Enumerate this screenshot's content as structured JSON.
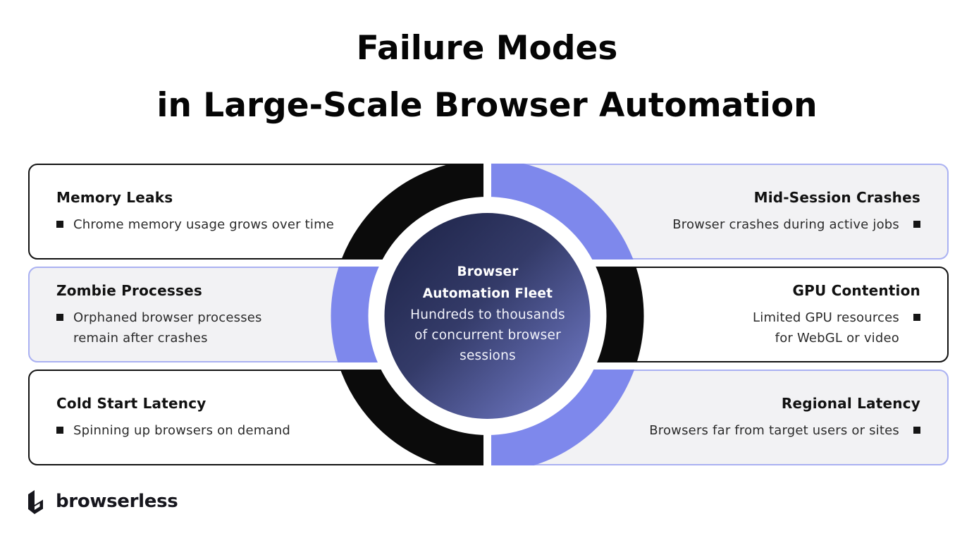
{
  "title": {
    "line1": "Failure Modes",
    "line2": "in Large-Scale Browser Automation"
  },
  "center": {
    "title_lines": [
      "Browser",
      "Automation Fleet"
    ],
    "subtitle_lines": [
      "Hundreds to thousands",
      "of concurrent browser",
      "sessions"
    ]
  },
  "boxes": {
    "left": [
      {
        "title": "Memory Leaks",
        "bullet_lines": [
          "Chrome memory usage grows over time",
          ""
        ]
      },
      {
        "title": "Zombie Processes",
        "bullet_lines": [
          "Orphaned browser processes",
          "remain after crashes"
        ]
      },
      {
        "title": "Cold Start Latency",
        "bullet_lines": [
          "Spinning up browsers on demand",
          ""
        ]
      }
    ],
    "right": [
      {
        "title": "Mid-Session Crashes",
        "bullet_lines": [
          "Browser crashes during active jobs",
          ""
        ]
      },
      {
        "title": "GPU Contention",
        "bullet_lines": [
          "Limited GPU resources",
          "for WebGL or video"
        ]
      },
      {
        "title": "Regional Latency",
        "bullet_lines": [
          "Browsers far from target users or sites",
          ""
        ]
      }
    ]
  },
  "logo": {
    "text": "browserless"
  },
  "colors": {
    "ring_purple": "#7E88EC",
    "ring_black": "#0B0B0B",
    "purple_border": "#AAB1F2",
    "gray_box_bg": "#F2F2F4",
    "circle_gradient_dark": "#1B2144",
    "circle_gradient_light": "#7882D3"
  }
}
